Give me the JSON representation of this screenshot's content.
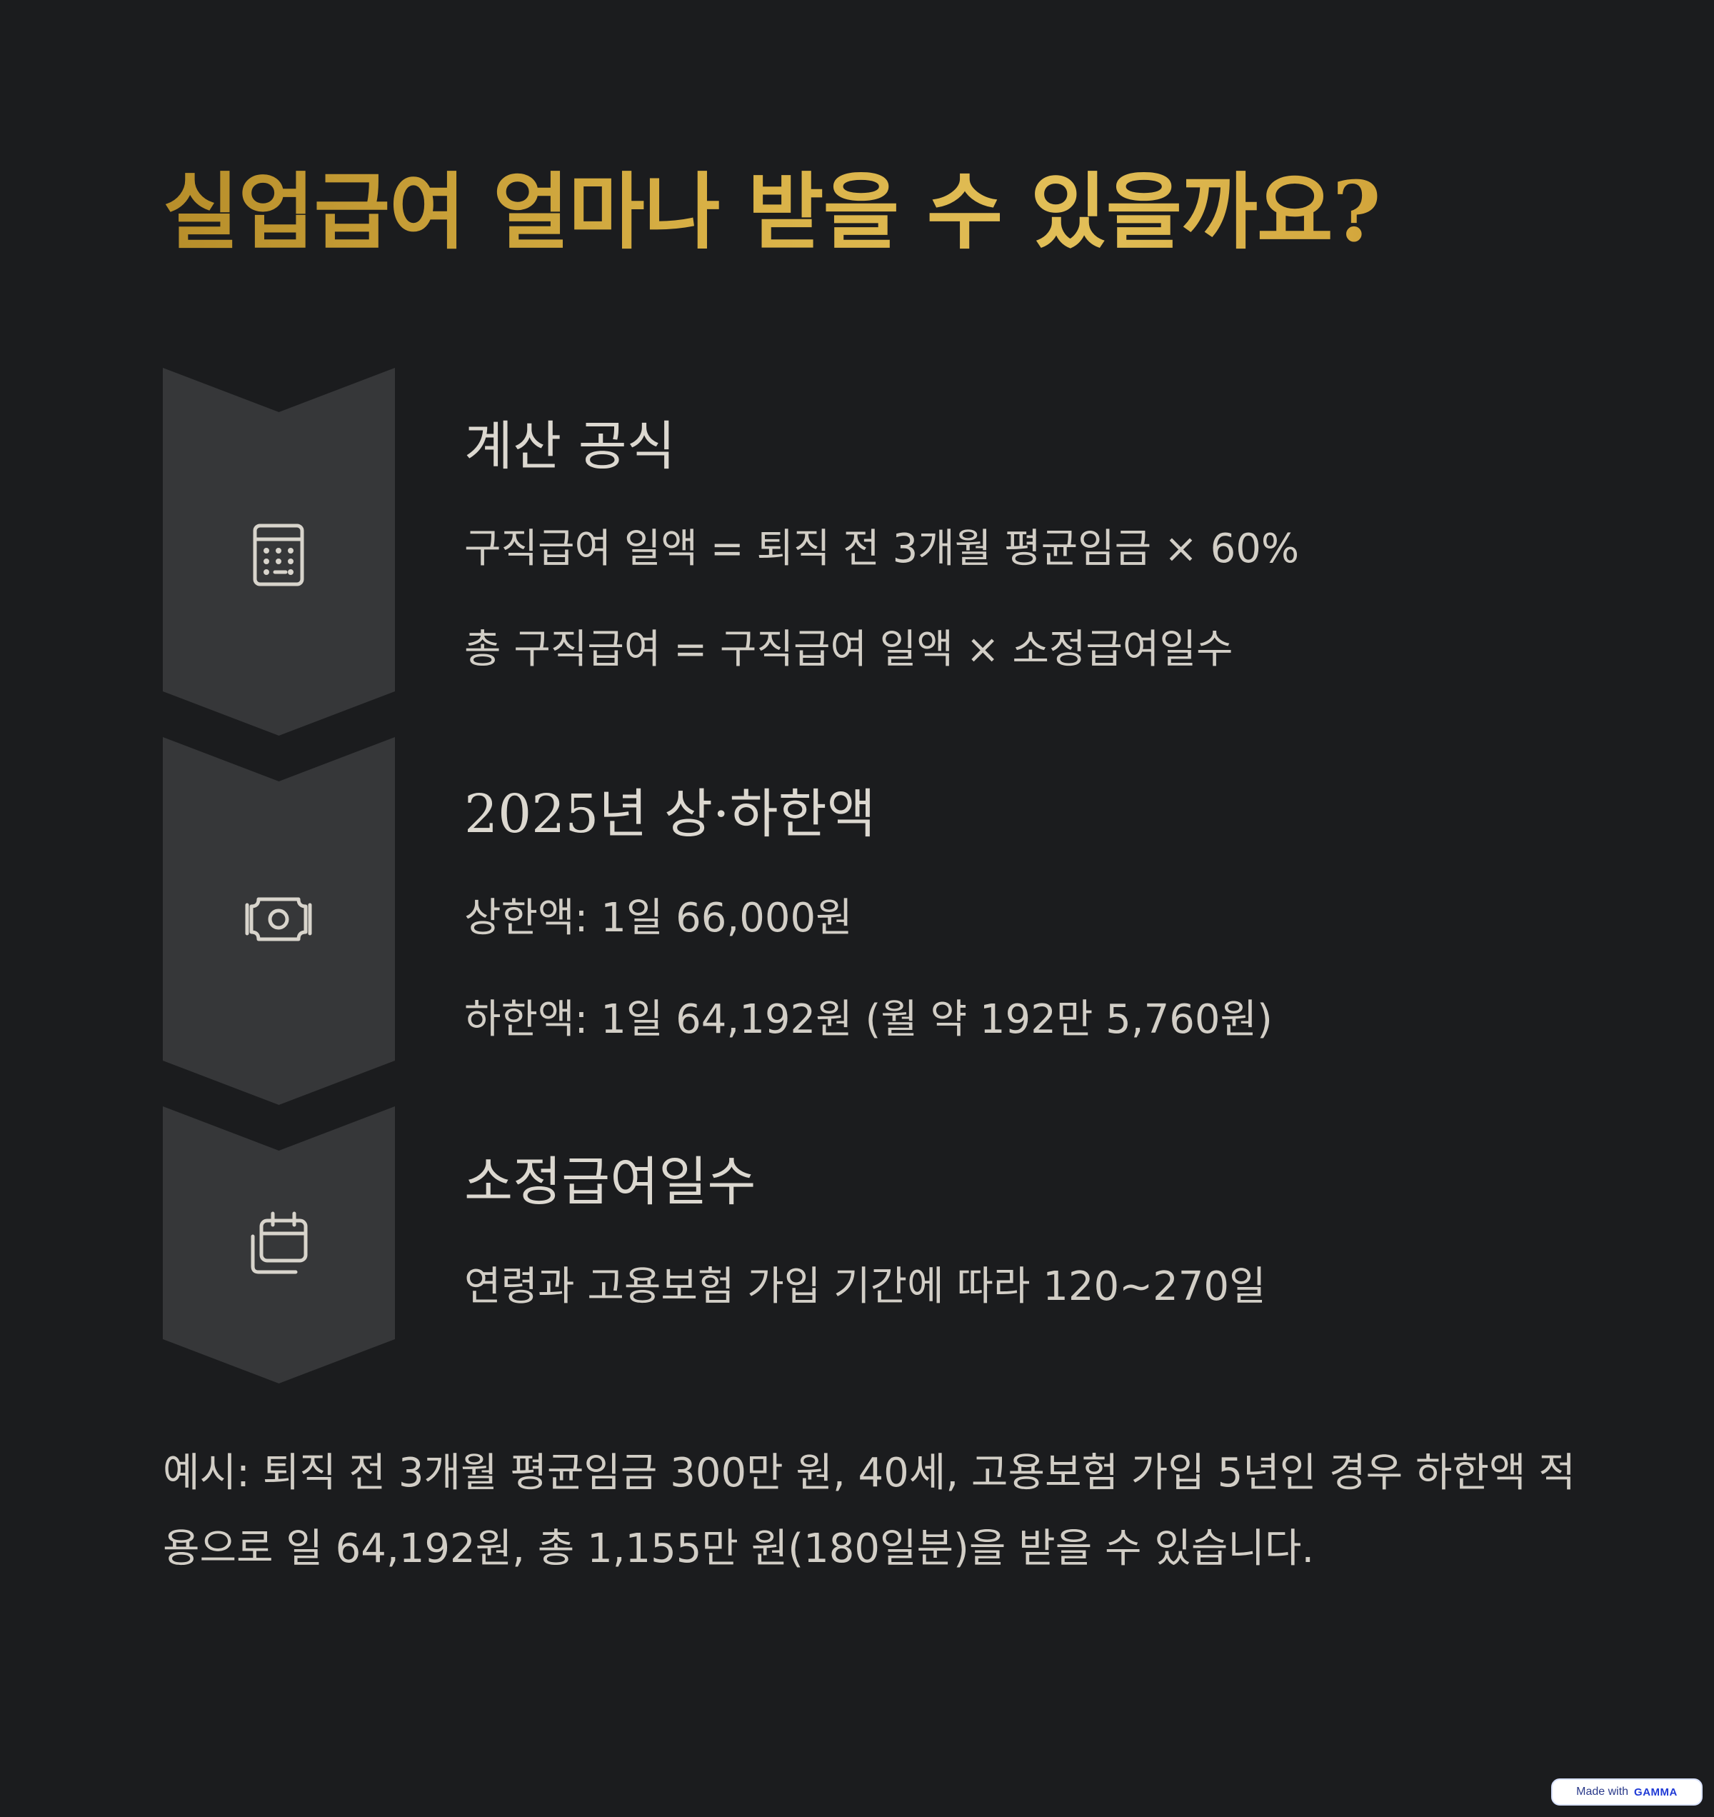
{
  "title": "실업급여 얼마나 받을 수 있을까요?",
  "steps": [
    {
      "icon": "calculator-icon",
      "title": "계산 공식",
      "lines": [
        "구직급여 일액 = 퇴직 전 3개월 평균임금 × 60%",
        "총 구직급여 = 구직급여 일액 × 소정급여일수"
      ]
    },
    {
      "icon": "banknote-icon",
      "title": "2025년 상·하한액",
      "lines": [
        "상한액: 1일 66,000원",
        "하한액: 1일 64,192원 (월 약 192만 5,760원)"
      ]
    },
    {
      "icon": "calendar-icon",
      "title": "소정급여일수",
      "lines": [
        "연령과 고용보험 가입 기간에 따라 120~270일"
      ]
    }
  ],
  "example": "예시: 퇴직 전 3개월 평균임금 300만 원, 40세, 고용보험 가입 5년인 경우 하한액 적용으로 일 64,192원, 총 1,155만 원(180일분)을 받을 수 있습니다.",
  "badge": {
    "prefix": "Made with",
    "brand": "GAMMA"
  },
  "colors": {
    "background": "#1b1c1e",
    "chevron": "#363739",
    "title_gold": "#d8b045",
    "text": "#d2cec6"
  }
}
